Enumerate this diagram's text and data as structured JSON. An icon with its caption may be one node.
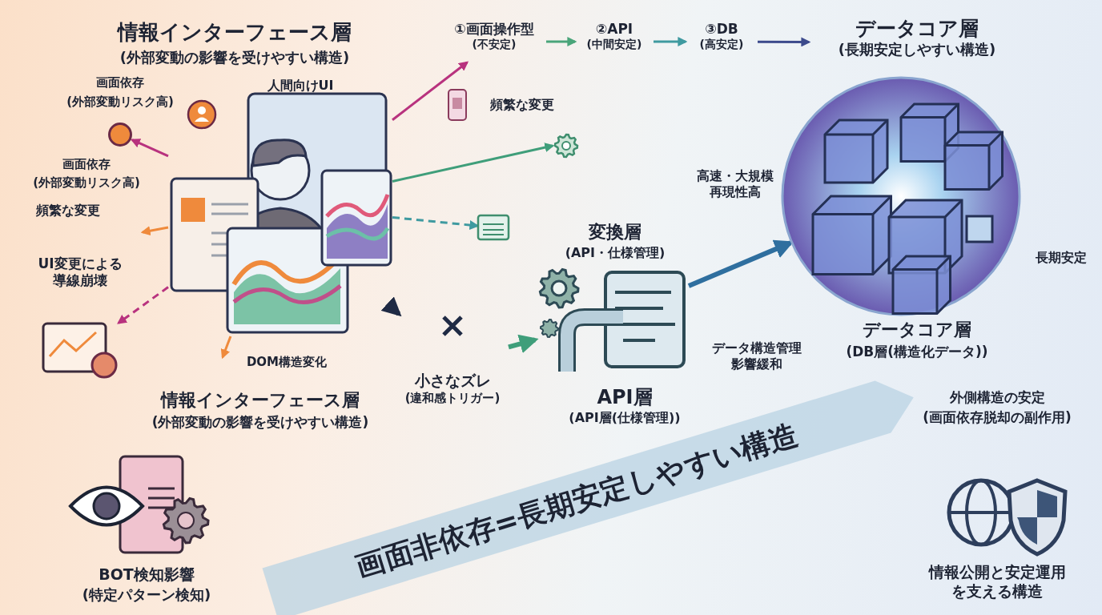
{
  "diagram": {
    "nodes": [
      {
        "text": [
          "①画面操作型",
          "(不安定)"
        ]
      },
      {
        "text": [
          "②API",
          "(中間安定)"
        ]
      },
      {
        "text": [
          "③DB",
          "(高安定)"
        ]
      },
      {
        "text": [
          "データコア層",
          "(長期安定しやすい構造)"
        ]
      },
      {
        "text": [],
        "shape": "picture"
      },
      {
        "text": [
          "小さなズレ",
          "(違和感トリガー)"
        ]
      },
      {
        "text": [],
        "shape": "picture"
      },
      {
        "text": [],
        "shape": "picture"
      },
      {
        "text": [],
        "shape": "circle"
      },
      {
        "text": [],
        "shape": "picture"
      },
      {
        "text": [],
        "shape": "picture"
      }
    ],
    "edges": [
      {
        "from": 0,
        "to": 1,
        "arrow": "to",
        "color": "#4aa57a"
      },
      {
        "from": 1,
        "to": 2,
        "arrow": "to",
        "color": "#3f9aa0"
      },
      {
        "from": 2,
        "to": 3,
        "arrow": "to",
        "color": "#3c4a8c"
      },
      {
        "from": 4,
        "to": 5,
        "arrow": "to",
        "style": "thick",
        "color": "#1f2a44"
      },
      {
        "from": 5,
        "to": 6,
        "arrow": "to",
        "style": "thick",
        "color": "#3f9e7a"
      },
      {
        "from": 6,
        "to": 7,
        "arrow": "to",
        "style": "thick",
        "color": "#2f6f9f"
      },
      {
        "from": 4,
        "to": 8,
        "arrow": "to",
        "color": "#b8327e"
      },
      {
        "from": 4,
        "to": null,
        "arrow": "to",
        "color": "#ef8a3c"
      },
      {
        "from": 4,
        "to": 10,
        "arrow": "to",
        "style": "dashed",
        "color": "#b8327e"
      },
      {
        "from": 4,
        "to": 0,
        "arrow": "to",
        "color": "#b8327e"
      },
      {
        "from": 4,
        "to": null,
        "arrow": "to",
        "color": "#3f9e7a"
      },
      {
        "from": 4,
        "to": 9,
        "arrow": "to",
        "style": "dashed",
        "color": "#3f9aa0"
      },
      {
        "from": 4,
        "to": null,
        "arrow": "to",
        "color": "#ef8a3c"
      }
    ],
    "labels": [
      "情報インターフェース層",
      "(外部変動の影響を受けやすい構造)",
      "画面依存",
      "(外部変動リスク高)",
      "人間向けUI",
      "頻繁な変更",
      "画面依存",
      "(外部変動リスク高)",
      "頻繁な変更",
      "高速・大規模再現性高",
      "変換層",
      "(API・仕様管理)",
      "長期安定",
      "UI変更による導線崩壊",
      "DOM構造変化",
      "データ構造管理影響緩和",
      "データコア層",
      "(DB層(構造化データ))",
      "情報インターフェース層",
      "(外部変動の影響を受けやすい構造)",
      "API層",
      "(API層(仕様管理))",
      "外側構造の安定",
      "(画面依存脱却の副作用)",
      "画面非依存=長期安定しやすい構造",
      "BOT検知影響",
      "(特定パターン検知)",
      "情報公開と安定運用を支える構造"
    ]
  }
}
